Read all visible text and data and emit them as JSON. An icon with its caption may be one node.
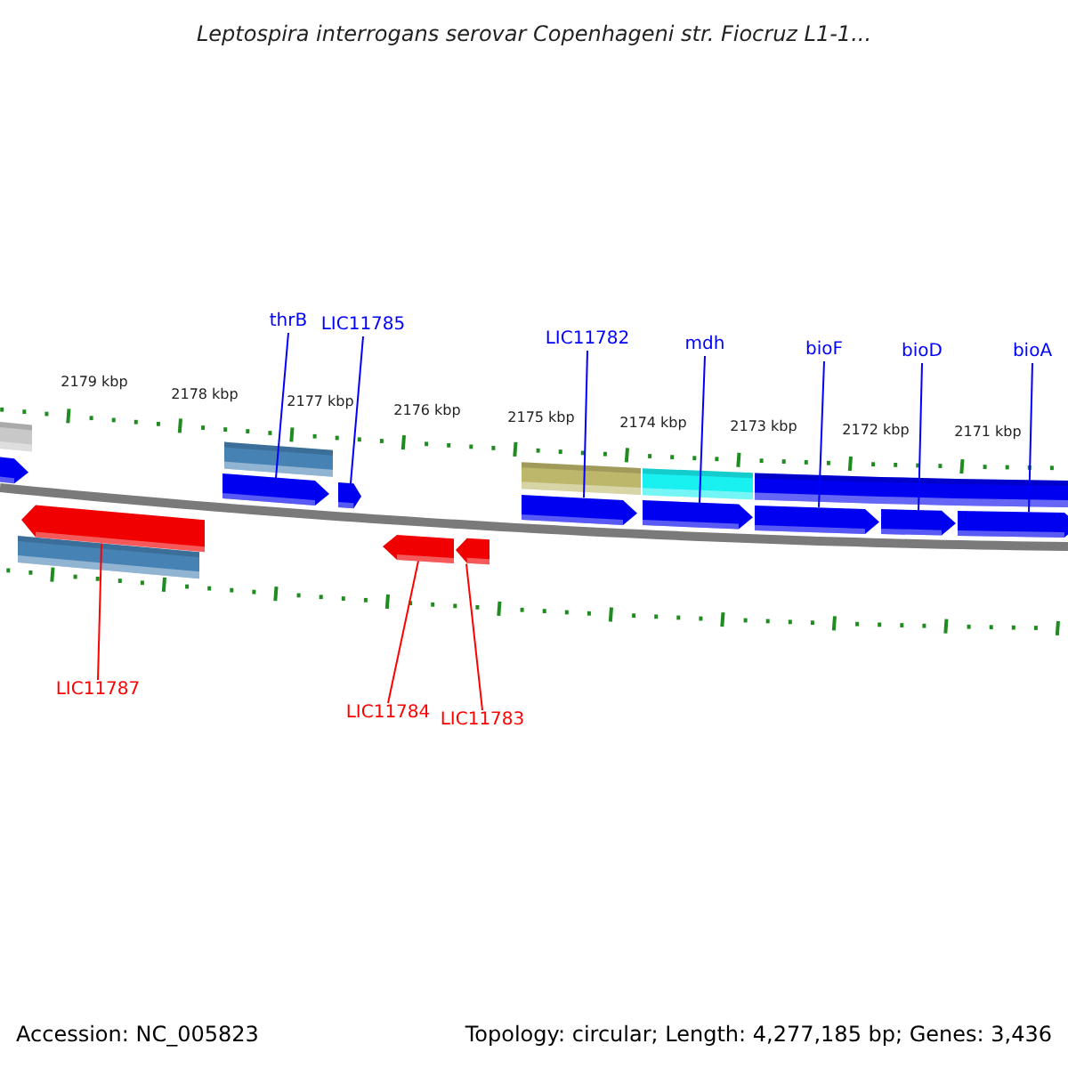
{
  "diagram": {
    "title": "Leptospira interrogans serovar Copenhageni str. Fiocruz L1-1...",
    "nodes": [
      {
        "text": [
          "thrB"
        ]
      },
      {
        "text": [
          "LIC11785"
        ]
      },
      {
        "text": [
          "LIC11782"
        ]
      },
      {
        "text": [
          "mdh"
        ]
      },
      {
        "text": [
          "bioF"
        ]
      },
      {
        "text": [
          "bioD"
        ]
      },
      {
        "text": [
          "bioA"
        ]
      },
      {
        "text": [
          "LIC11787"
        ]
      },
      {
        "text": [
          "LIC11784"
        ]
      },
      {
        "text": [
          "LIC11783"
        ]
      },
      {
        "text": [],
        "shape": "arrow"
      },
      {
        "text": [],
        "shape": "arrow"
      },
      {
        "text": [],
        "shape": "arrow"
      },
      {
        "text": [],
        "shape": "arrow"
      },
      {
        "text": [],
        "shape": "arrow"
      },
      {
        "text": [],
        "shape": "arrow"
      },
      {
        "text": [],
        "shape": "arrow"
      },
      {
        "text": [],
        "shape": "arrow"
      },
      {
        "text": [],
        "shape": "arrow"
      },
      {
        "text": [],
        "shape": "arrow"
      },
      {
        "text": [],
        "shape": "arrow"
      }
    ],
    "edges": [
      {
        "from": 0,
        "to": 12,
        "arrow": "none"
      },
      {
        "from": 1,
        "to": 13,
        "arrow": "none"
      },
      {
        "from": 2,
        "to": 16,
        "arrow": "none"
      },
      {
        "from": 3,
        "to": 17,
        "arrow": "none"
      },
      {
        "from": 4,
        "to": 18,
        "arrow": "none"
      },
      {
        "from": 5,
        "to": 19,
        "arrow": "none"
      },
      {
        "from": 6,
        "to": 20,
        "arrow": "none"
      },
      {
        "from": 7,
        "to": 11,
        "arrow": "none",
        "color": "#ff0000"
      },
      {
        "from": 8,
        "to": 14,
        "arrow": "none",
        "color": "#ff0000"
      },
      {
        "from": 9,
        "to": 15,
        "arrow": "none",
        "color": "#ff0000"
      }
    ],
    "labels": [
      "2179 kbp",
      "2178 kbp",
      "2177 kbp",
      "2176 kbp",
      "2175 kbp",
      "2174 kbp",
      "2173 kbp",
      "2172 kbp",
      "2171 kbp",
      "Accession: NC_005823",
      "Topology: circular; Length: 4,277,185 bp; Genes: 3,436"
    ]
  }
}
